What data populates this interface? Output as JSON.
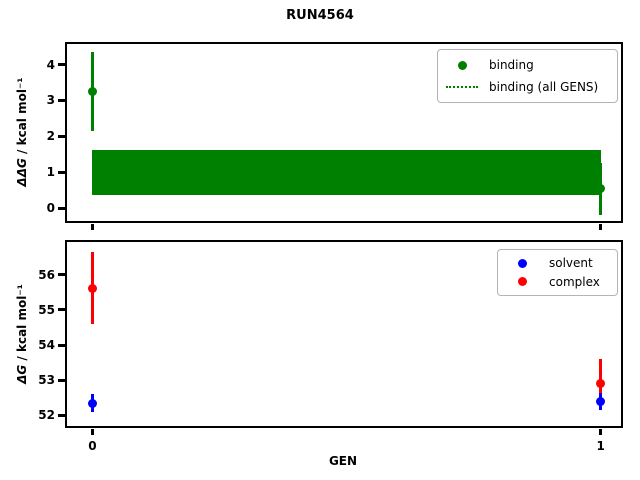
{
  "title": "RUN4564",
  "xlabel": "GEN",
  "colors": {
    "binding": "#008000",
    "solvent": "#0000ff",
    "complex": "#ff0000",
    "axes": "#000000",
    "legend_border": "#b4b4b4"
  },
  "chart_data": [
    {
      "type": "scatter",
      "subplot": "top",
      "ylabel_symbol": "ΔΔG",
      "ylabel_units": " / kcal mol⁻¹",
      "xlabel": "",
      "ylim": [
        -0.35,
        4.57
      ],
      "yticks": [
        0,
        1,
        2,
        3,
        4
      ],
      "xlim": [
        -0.05,
        1.04
      ],
      "xticks": [
        0,
        1
      ],
      "xticklabels": [
        "",
        ""
      ],
      "grid": false,
      "legend_position": "upper right",
      "series": [
        {
          "name": "binding",
          "color": "#008000",
          "marker": "circle",
          "x": [
            0,
            1
          ],
          "y": [
            3.25,
            0.55
          ],
          "yerr_lo": [
            1.1,
            0.72
          ],
          "yerr_hi": [
            1.1,
            0.72
          ]
        }
      ],
      "band": {
        "name": "binding (all GENS)",
        "color": "#008000",
        "x0": 0,
        "x1": 1,
        "y_lo": 0.37,
        "y_hi": 1.63
      },
      "legend": [
        {
          "label": "binding",
          "swatch": "dot",
          "color": "#008000"
        },
        {
          "label": "binding (all GENS)",
          "swatch": "dotted-line",
          "color": "#008000"
        }
      ]
    },
    {
      "type": "scatter",
      "subplot": "bottom",
      "ylabel_symbol": "ΔG",
      "ylabel_units": " / kcal mol⁻¹",
      "xlabel": "GEN",
      "ylim": [
        51.7,
        56.93
      ],
      "yticks": [
        52,
        53,
        54,
        55,
        56
      ],
      "xlim": [
        -0.05,
        1.04
      ],
      "xticks": [
        0,
        1
      ],
      "xticklabels": [
        "0",
        "1"
      ],
      "grid": false,
      "legend_position": "upper right",
      "series": [
        {
          "name": "complex",
          "color": "#ff0000",
          "marker": "circle",
          "x": [
            0,
            1
          ],
          "y": [
            55.6,
            52.9
          ],
          "yerr_lo": [
            1.0,
            0.55
          ],
          "yerr_hi": [
            1.05,
            0.7
          ]
        },
        {
          "name": "solvent",
          "color": "#0000ff",
          "marker": "circle",
          "x": [
            0,
            1
          ],
          "y": [
            52.35,
            52.4
          ],
          "yerr_lo": [
            0.25,
            0.25
          ],
          "yerr_hi": [
            0.25,
            0.25
          ]
        }
      ],
      "legend": [
        {
          "label": "solvent",
          "swatch": "dot",
          "color": "#0000ff"
        },
        {
          "label": "complex",
          "swatch": "dot",
          "color": "#ff0000"
        }
      ]
    }
  ]
}
